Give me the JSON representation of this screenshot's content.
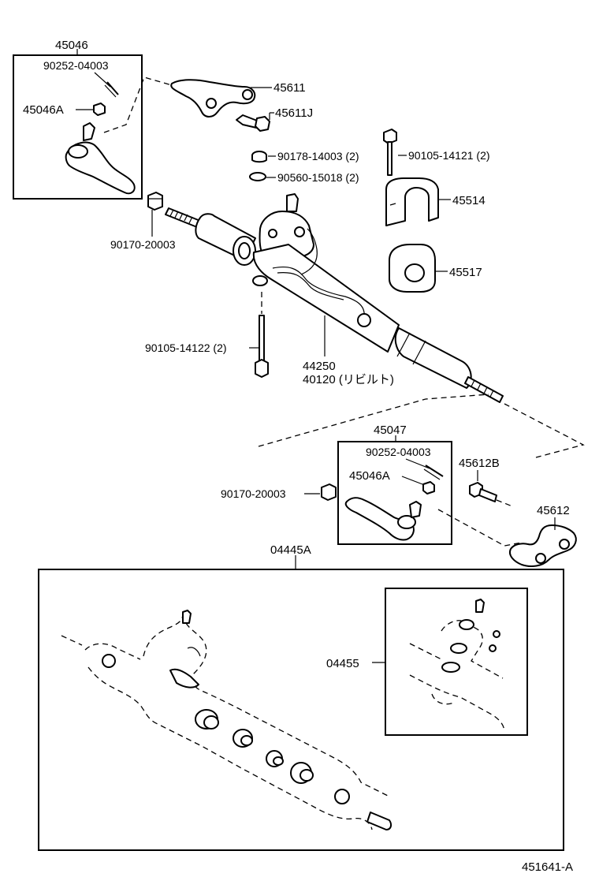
{
  "labels": {
    "p45046": "45046",
    "p90252_a": "90252-04003",
    "p45046A_a": "45046A",
    "p45611": "45611",
    "p45611J": "45611J",
    "p90178": "90178-14003 (2)",
    "p90105_14121": "90105-14121 (2)",
    "p90560": "90560-15018 (2)",
    "p45514": "45514",
    "p90170_a": "90170-20003",
    "p45517": "45517",
    "p90105_14122": "90105-14122 (2)",
    "p44250": "44250",
    "p40120": "40120 (リビルト)",
    "p45047": "45047",
    "p90252_b": "90252-04003",
    "p45612B": "45612B",
    "p45046A_b": "45046A",
    "p90170_b": "90170-20003",
    "p45612": "45612",
    "p04445A": "04445A",
    "p04455": "04455",
    "diagram_id": "451641-A"
  }
}
